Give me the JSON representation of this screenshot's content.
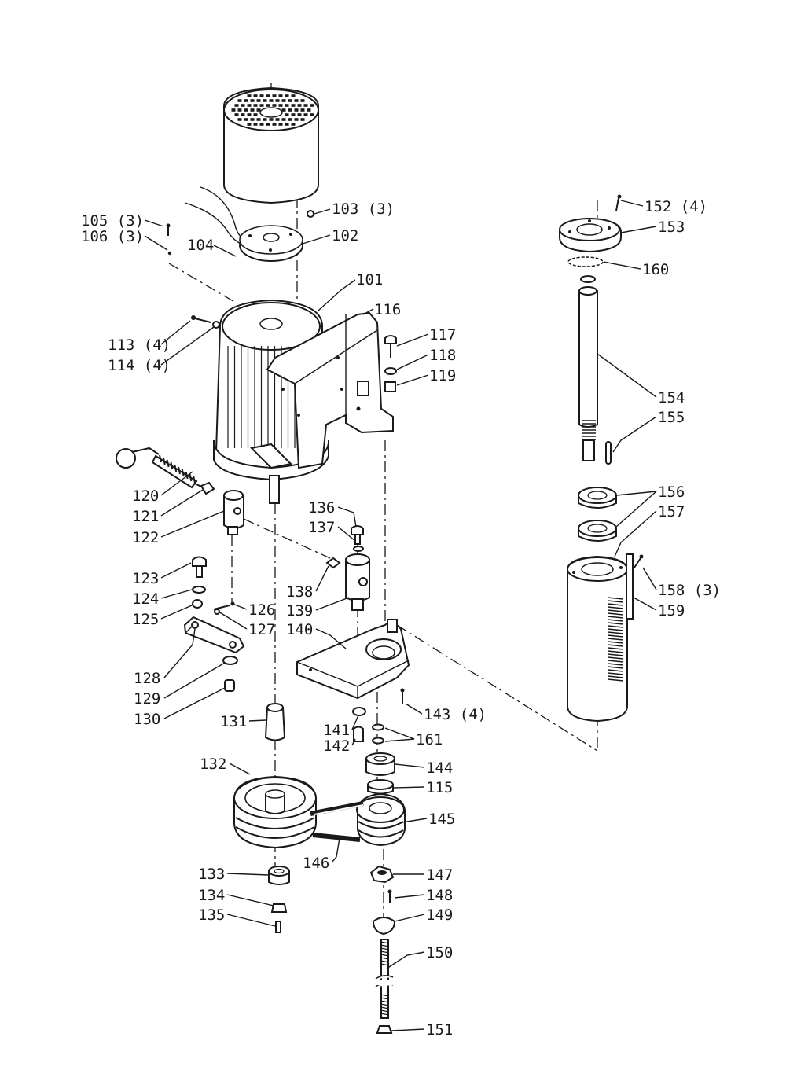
{
  "parts": {
    "p101": "101",
    "p102": "102",
    "p103": "103 (3)",
    "p104": "104",
    "p105": "105 (3)",
    "p106": "106 (3)",
    "p113": "113 (4)",
    "p114": "114 (4)",
    "p115": "115",
    "p116": "116",
    "p117": "117",
    "p118": "118",
    "p119": "119",
    "p120": "120",
    "p121": "121",
    "p122": "122",
    "p123": "123",
    "p124": "124",
    "p125": "125",
    "p126": "126",
    "p127": "127",
    "p128": "128",
    "p129": "129",
    "p130": "130",
    "p131": "131",
    "p132": "132",
    "p133": "133",
    "p134": "134",
    "p135": "135",
    "p136": "136",
    "p137": "137",
    "p138": "138",
    "p139": "139",
    "p140": "140",
    "p141": "141",
    "p142": "142",
    "p143": "143 (4)",
    "p144": "144",
    "p145": "145",
    "p146": "146",
    "p147": "147",
    "p148": "148",
    "p149": "149",
    "p150": "150",
    "p151": "151",
    "p152": "152 (4)",
    "p153": "153",
    "p154": "154",
    "p155": "155",
    "p156": "156",
    "p157": "157",
    "p158": "158 (3)",
    "p159": "159",
    "p160": "160",
    "p161": "161"
  }
}
